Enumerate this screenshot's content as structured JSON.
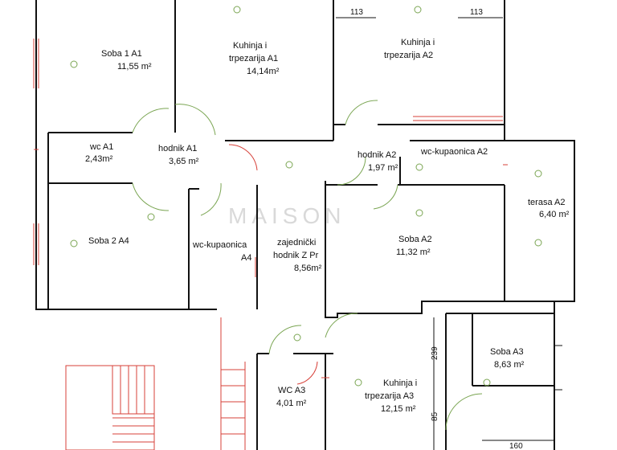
{
  "rooms": [
    {
      "id": "soba-a1",
      "name": "Soba 1 A1",
      "area": "11,55 m²"
    },
    {
      "id": "kuhinja-a1",
      "name_line1": "Kuhinja i",
      "name_line2": "trpezarija A1",
      "area": "14,14m²"
    },
    {
      "id": "kuhinja-a2",
      "name_line1": "Kuhinja i",
      "name_line2": "trpezarija A2"
    },
    {
      "id": "wc-a1",
      "name": "wc A1",
      "area": "2,43m²"
    },
    {
      "id": "hodnik-a1",
      "name": "hodnik A1",
      "area": "3,65 m²"
    },
    {
      "id": "hodnik-a2",
      "name": "hodnik A2",
      "area": "1,97 m²"
    },
    {
      "id": "wc-kupaonica-a2",
      "name": "wc-kupaonica A2"
    },
    {
      "id": "terasa-a2",
      "name": "terasa A2",
      "area": "6,40 m²"
    },
    {
      "id": "soba-a4",
      "name": "Soba 2 A4"
    },
    {
      "id": "wc-kupaonica-a4",
      "name_line1": "wc-kupaonica",
      "name_line2": "A4"
    },
    {
      "id": "zajednicki-hodnik",
      "name_line1": "zajednički",
      "name_line2": "hodnik Z Pr",
      "area": "8,56m²"
    },
    {
      "id": "soba-a2",
      "name": "Soba A2",
      "area": "11,32 m²"
    },
    {
      "id": "soba-a3",
      "name": "Soba A3",
      "area": "8,63 m²"
    },
    {
      "id": "wc-a3",
      "name": "WC A3",
      "area": "4,01 m²"
    },
    {
      "id": "kuhinja-a3",
      "name_line1": "Kuhinja i",
      "name_line2": "trpezarija A3",
      "area": "12,15 m²"
    }
  ],
  "dimensions": {
    "top_left": "113",
    "top_right": "113",
    "vertical_239": "239",
    "vertical_85": "85",
    "bottom_160": "160"
  },
  "watermark": "MAISON",
  "colors": {
    "wall": "#111111",
    "window": "#d7413a",
    "door_swing": "#7aa552"
  }
}
